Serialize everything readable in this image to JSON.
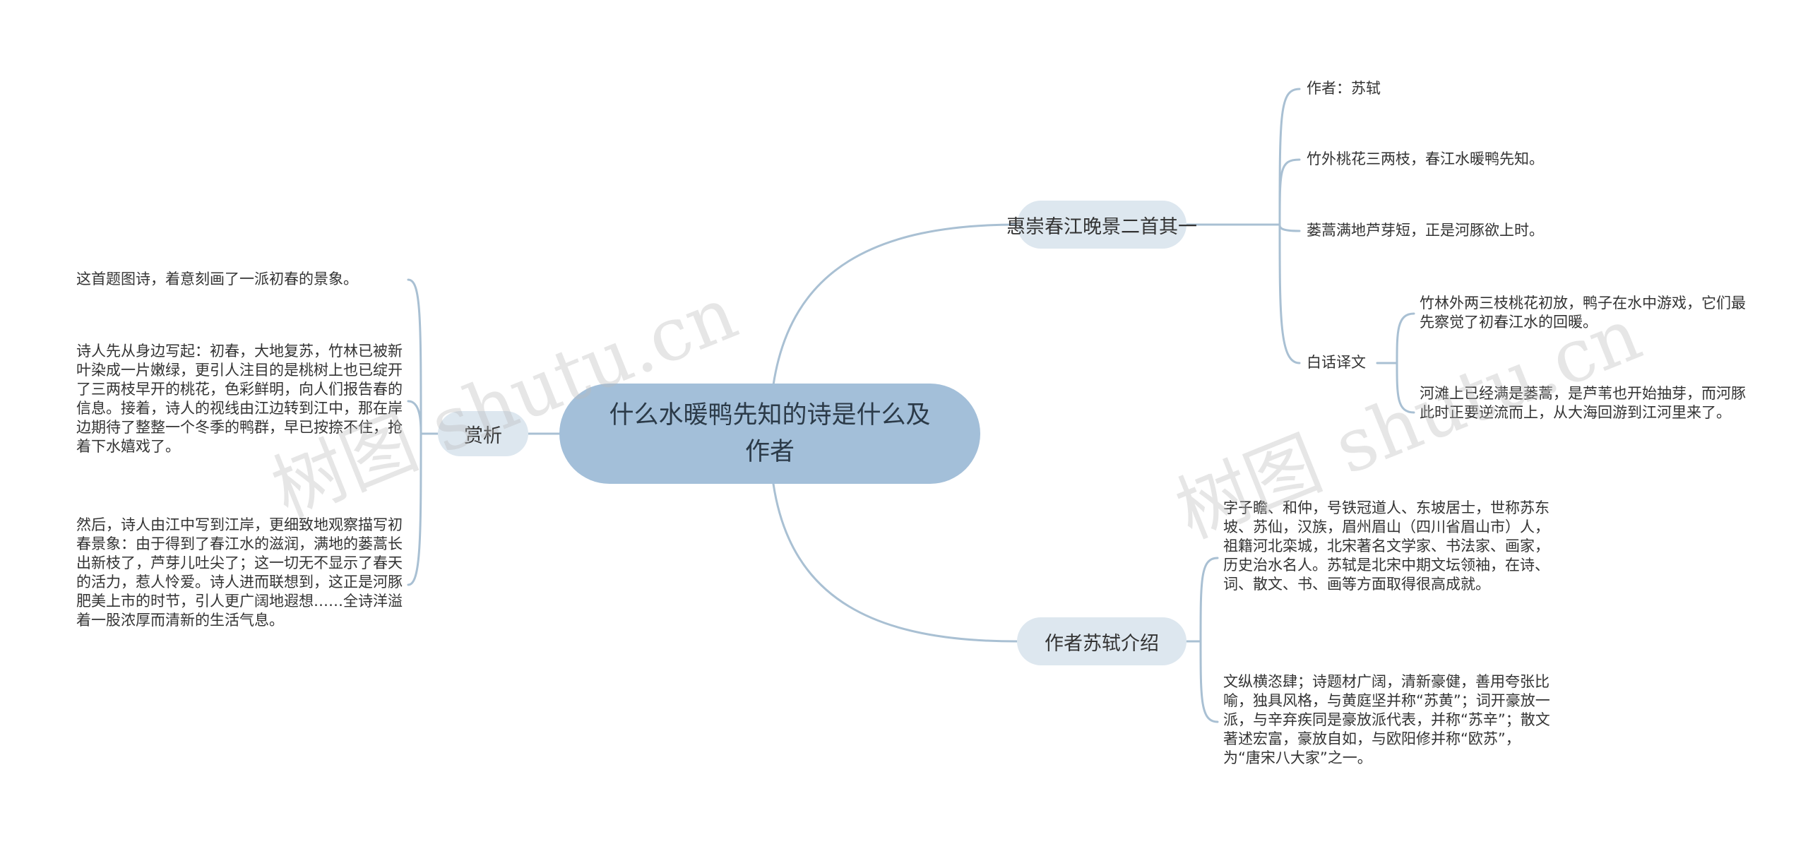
{
  "root": {
    "title": "什么水暖鸭先知的诗是什么及作者"
  },
  "branches": {
    "poem": {
      "label": "惠崇春江晚景二首其一",
      "author": "作者：苏轼",
      "line1": "竹外桃花三两枝，春江水暖鸭先知。",
      "line2": "蒌蒿满地芦芽短，正是河豚欲上时。",
      "translation": {
        "label": "白话译文",
        "item1": "竹林外两三枝桃花初放，鸭子在水中游戏，它们最先察觉了初春江水的回暖。",
        "item2": "河滩上已经满是蒌蒿，是芦苇也开始抽芽，而河豚此时正要逆流而上，从大海回游到江河里来了。"
      }
    },
    "author": {
      "label": "作者苏轼介绍",
      "item1": "字子瞻、和仲，号铁冠道人、东坡居士，世称苏东坡、苏仙，汉族，眉州眉山（四川省眉山市）人，祖籍河北栾城，北宋著名文学家、书法家、画家，历史治水名人。苏轼是北宋中期文坛领袖，在诗、词、散文、书、画等方面取得很高成就。",
      "item2": "文纵横恣肆；诗题材广阔，清新豪健，善用夸张比喻，独具风格，与黄庭坚并称“苏黄”；词开豪放一派，与辛弃疾同是豪放派代表，并称“苏辛”；散文著述宏富，豪放自如，与欧阳修并称“欧苏”，为“唐宋八大家”之一。"
    },
    "appreciation": {
      "label": "赏析",
      "item1": "这首题图诗，着意刻画了一派初春的景象。",
      "item2": "诗人先从身边写起：初春，大地复苏，竹林已被新叶染成一片嫩绿，更引人注目的是桃树上也已绽开了三两枝早开的桃花，色彩鲜明，向人们报告春的信息。接着，诗人的视线由江边转到江中，那在岸边期待了整整一个冬季的鸭群，早已按捺不住，抢着下水嬉戏了。",
      "item3": "然后，诗人由江中写到江岸，更细致地观察描写初春景象：由于得到了春江水的滋润，满地的蒌蒿长出新枝了，芦芽儿吐尖了；这一切无不显示了春天的活力，惹人怜爱。诗人进而联想到，这正是河豚肥美上市的时节，引人更广阔地遐想……全诗洋溢着一股浓厚而清新的生活气息。"
    }
  },
  "watermarks": {
    "left": "树图 shutu.cn",
    "right": "树图 shutu.cn"
  },
  "colors": {
    "root_fill": "#a3bfd9",
    "branch_fill": "#dde7ef",
    "connector": "#a9c0d3"
  }
}
